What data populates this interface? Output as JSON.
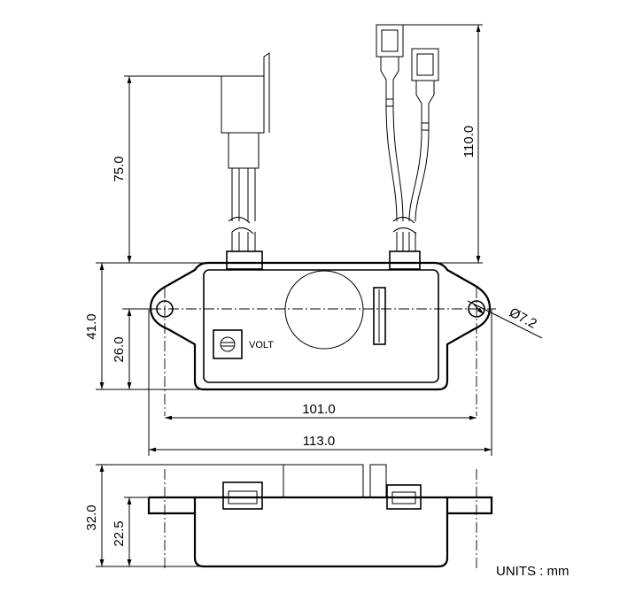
{
  "dimensions": {
    "connector_height": "75.0",
    "wire_length": "110.0",
    "body_height": "41.0",
    "hole_height": "26.0",
    "hole_span": "101.0",
    "overall_width": "113.0",
    "hole_diameter": "Ø7.2",
    "side_height": "32.0",
    "side_base_height": "22.5"
  },
  "labels": {
    "volt": "VOLT",
    "units": "UNITS : mm"
  },
  "icons": {
    "adjuster": "potentiometer-screw-icon"
  }
}
